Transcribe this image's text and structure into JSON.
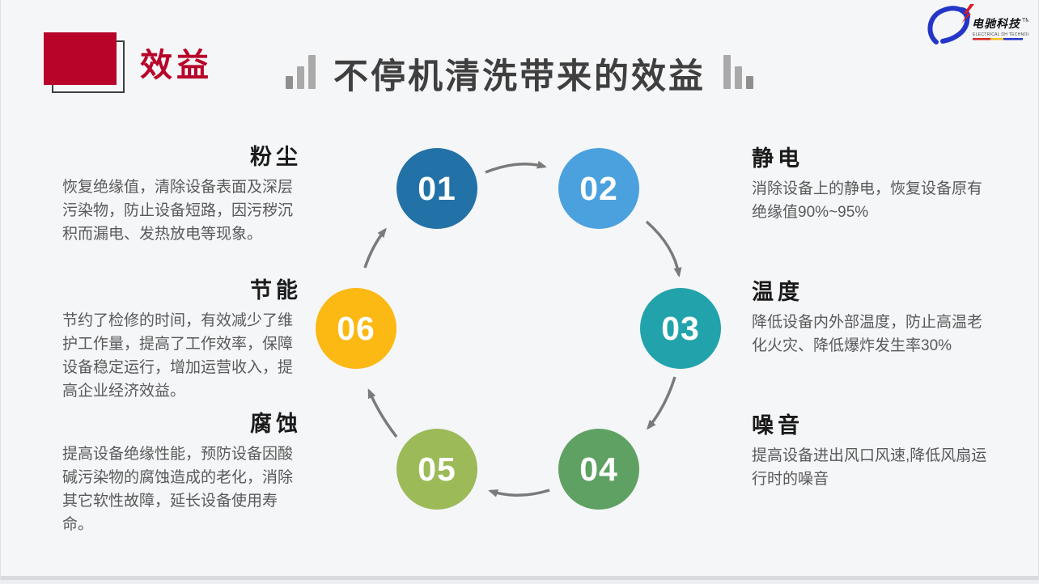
{
  "slide": {
    "section_label": "效益",
    "title": "不停机清洗带来的效益"
  },
  "logo": {
    "name": "电驰科技",
    "trademark": "TM",
    "subtitle": "ELECTRICAL DH TECHNOLOGY"
  },
  "cycle": {
    "steps": [
      {
        "number": "01",
        "color": "#2271a7"
      },
      {
        "number": "02",
        "color": "#4ba1de"
      },
      {
        "number": "03",
        "color": "#22a3ab"
      },
      {
        "number": "04",
        "color": "#5fa162"
      },
      {
        "number": "05",
        "color": "#9cba58"
      },
      {
        "number": "06",
        "color": "#fcb813"
      }
    ]
  },
  "benefits": {
    "left": [
      {
        "title": "粉尘",
        "description": "恢复绝缘值，清除设备表面及深层污染物，防止设备短路，因污秽沉积而漏电、发热放电等现象。"
      },
      {
        "title": "节能",
        "description": "节约了检修的时间，有效减少了维护工作量，提高了工作效率，保障设备稳定运行，增加运营收入，提高企业经济效益。"
      },
      {
        "title": "腐蚀",
        "description": "提高设备绝缘性能，预防设备因酸碱污染物的腐蚀造成的老化，消除其它软性故障，延长设备使用寿命。"
      }
    ],
    "right": [
      {
        "title": "静电",
        "description": "消除设备上的静电，恢复设备原有绝缘值90%~95%"
      },
      {
        "title": "温度",
        "description": "降低设备内外部温度，防止高温老化火灾、降低爆炸发生率30%"
      },
      {
        "title": "噪音",
        "description": "提高设备进出风口风速,降低风扇运行时的噪音"
      }
    ]
  },
  "colors": {
    "accent_red": "#b80429",
    "title_gray": "#3f3f3f",
    "body_text": "#595959",
    "arrow_gray": "#7a7a7a"
  }
}
